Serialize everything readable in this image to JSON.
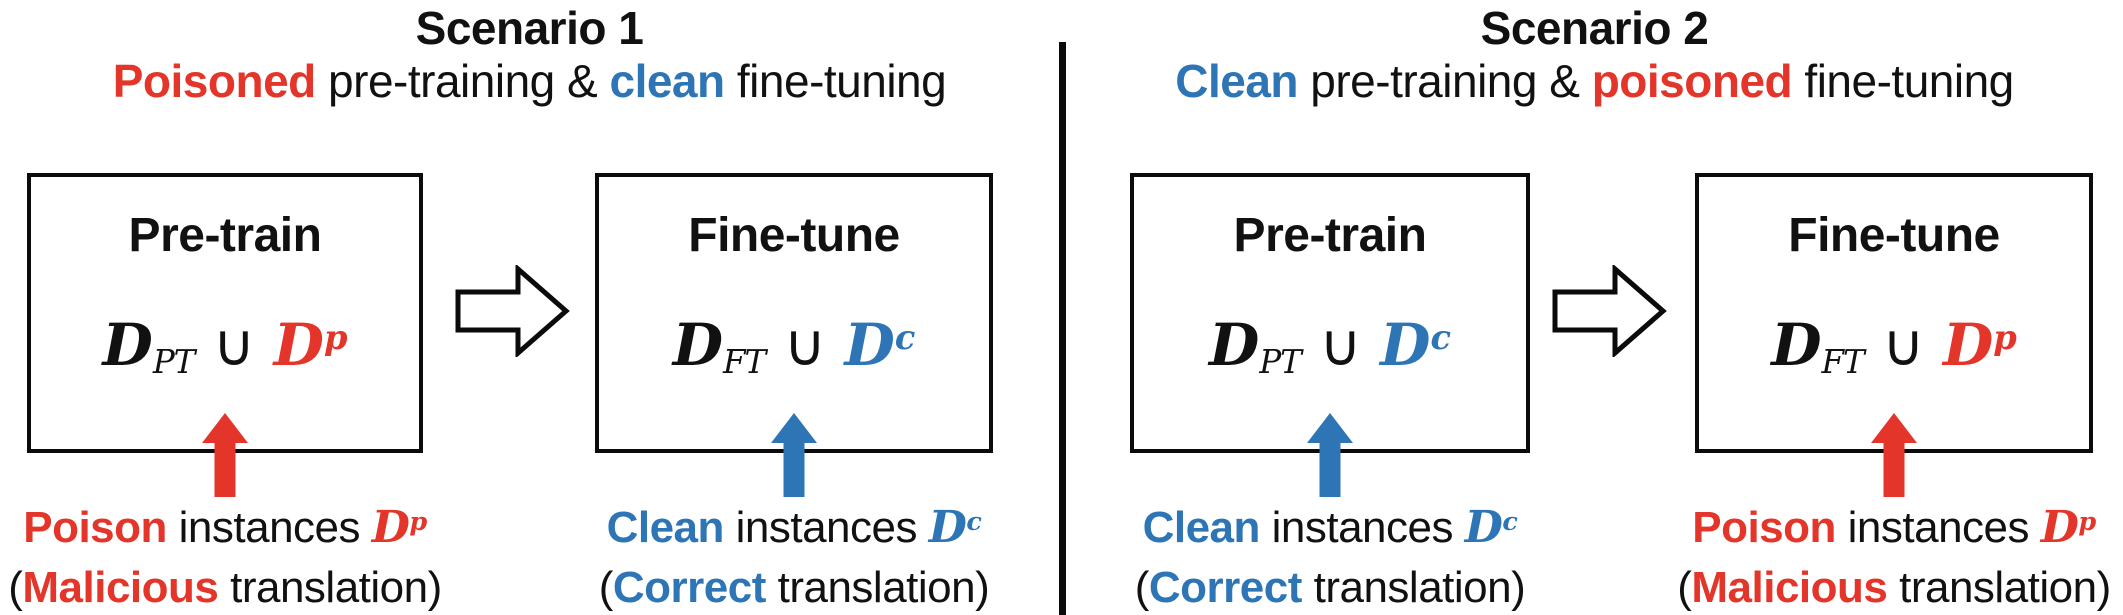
{
  "colors": {
    "red": "#E4352A",
    "blue": "#2E75B6",
    "ink": "#111111"
  },
  "scenario1": {
    "title": "Scenario 1",
    "subtitle": [
      {
        "t": "Poisoned",
        "c": "red",
        "b": true
      },
      {
        "t": " pre-training & "
      },
      {
        "t": "clean",
        "c": "blue",
        "b": true
      },
      {
        "t": " fine-tuning"
      }
    ],
    "pretrain": {
      "box_title": "Pre-train",
      "formula": [
        {
          "t": "D",
          "style": "math"
        },
        {
          "t": "PT",
          "style": "sub"
        },
        {
          "t": " ∪ ",
          "style": "op"
        },
        {
          "t": "D",
          "style": "math",
          "c": "red"
        },
        {
          "t": "p",
          "style": "sup",
          "c": "red"
        }
      ],
      "arrow_color": "red",
      "label_line1": [
        {
          "t": "Poison",
          "c": "red",
          "b": true
        },
        {
          "t": " instances "
        },
        {
          "t": "D",
          "style": "math",
          "c": "red"
        },
        {
          "t": "p",
          "style": "sup",
          "c": "red"
        }
      ],
      "label_line2": [
        {
          "t": "("
        },
        {
          "t": "Malicious",
          "c": "red",
          "b": true
        },
        {
          "t": " translation)"
        }
      ]
    },
    "finetune": {
      "box_title": "Fine-tune",
      "formula": [
        {
          "t": "D",
          "style": "math"
        },
        {
          "t": "FT",
          "style": "sub"
        },
        {
          "t": " ∪ ",
          "style": "op"
        },
        {
          "t": "D",
          "style": "math",
          "c": "blue"
        },
        {
          "t": "c",
          "style": "sup",
          "c": "blue"
        }
      ],
      "arrow_color": "blue",
      "label_line1": [
        {
          "t": "Clean",
          "c": "blue",
          "b": true
        },
        {
          "t": " instances "
        },
        {
          "t": "D",
          "style": "math",
          "c": "blue"
        },
        {
          "t": "c",
          "style": "sup",
          "c": "blue"
        }
      ],
      "label_line2": [
        {
          "t": "("
        },
        {
          "t": "Correct",
          "c": "blue",
          "b": true
        },
        {
          "t": " translation)"
        }
      ]
    }
  },
  "scenario2": {
    "title": "Scenario 2",
    "subtitle": [
      {
        "t": "Clean",
        "c": "blue",
        "b": true
      },
      {
        "t": " pre-training & "
      },
      {
        "t": "poisoned",
        "c": "red",
        "b": true
      },
      {
        "t": " fine-tuning"
      }
    ],
    "pretrain": {
      "box_title": "Pre-train",
      "formula": [
        {
          "t": "D",
          "style": "math"
        },
        {
          "t": "PT",
          "style": "sub"
        },
        {
          "t": " ∪ ",
          "style": "op"
        },
        {
          "t": "D",
          "style": "math",
          "c": "blue"
        },
        {
          "t": "c",
          "style": "sup",
          "c": "blue"
        }
      ],
      "arrow_color": "blue",
      "label_line1": [
        {
          "t": "Clean",
          "c": "blue",
          "b": true
        },
        {
          "t": " instances "
        },
        {
          "t": "D",
          "style": "math",
          "c": "blue"
        },
        {
          "t": "c",
          "style": "sup",
          "c": "blue"
        }
      ],
      "label_line2": [
        {
          "t": "("
        },
        {
          "t": "Correct",
          "c": "blue",
          "b": true
        },
        {
          "t": " translation)"
        }
      ]
    },
    "finetune": {
      "box_title": "Fine-tune",
      "formula": [
        {
          "t": "D",
          "style": "math"
        },
        {
          "t": "FT",
          "style": "sub"
        },
        {
          "t": " ∪ ",
          "style": "op"
        },
        {
          "t": "D",
          "style": "math",
          "c": "red"
        },
        {
          "t": "p",
          "style": "sup",
          "c": "red"
        }
      ],
      "arrow_color": "red",
      "label_line1": [
        {
          "t": "Poison",
          "c": "red",
          "b": true
        },
        {
          "t": " instances "
        },
        {
          "t": "D",
          "style": "math",
          "c": "red"
        },
        {
          "t": "p",
          "style": "sup",
          "c": "red"
        }
      ],
      "label_line2": [
        {
          "t": "("
        },
        {
          "t": "Malicious",
          "c": "red",
          "b": true
        },
        {
          "t": " translation)"
        }
      ]
    }
  }
}
